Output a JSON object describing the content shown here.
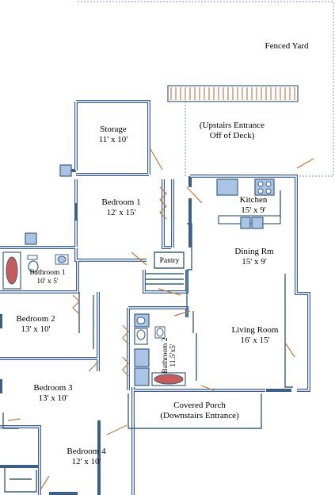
{
  "plan": {
    "fenced_yard": "Fenced Yard",
    "upstairs_entrance": [
      "(Upstairs Entrance",
      "Off of Deck)"
    ],
    "covered_porch": [
      "Covered Porch",
      "(Downstairs Entrance)"
    ],
    "rooms": {
      "storage": {
        "name": "Storage",
        "size": "11' x 10'"
      },
      "bedroom1": {
        "name": "Bedroom 1",
        "size": "12' x 15'"
      },
      "kitchen": {
        "name": "Kitchen",
        "size": "15' x 9'"
      },
      "dining": {
        "name": "Dining Rm",
        "size": "15' x 9'"
      },
      "pantry": {
        "name": "Pantry"
      },
      "bathroom1": {
        "name": "Bathroom 1",
        "size": "10' x 5'"
      },
      "bedroom2": {
        "name": "Bedroom 2",
        "size": "13' x 10'"
      },
      "bathroom2": {
        "name": "Bathroom 2",
        "size": "11.5'x5'"
      },
      "living": {
        "name": "Living Room",
        "size": "16' x 15'"
      },
      "bedroom3": {
        "name": "Bedroom 3",
        "size": "13' x 10'"
      },
      "bedroom4": {
        "name": "Bedroom 4",
        "size": "12' x 10'"
      }
    },
    "colors": {
      "wall": "#3b5f88",
      "wall_fill": "#ffffff",
      "fixture": "#a9c4e4",
      "tub": "#c85a5a",
      "door": "#c07a3a",
      "fence": "#7a93b5",
      "deck": "#c2622a"
    }
  }
}
